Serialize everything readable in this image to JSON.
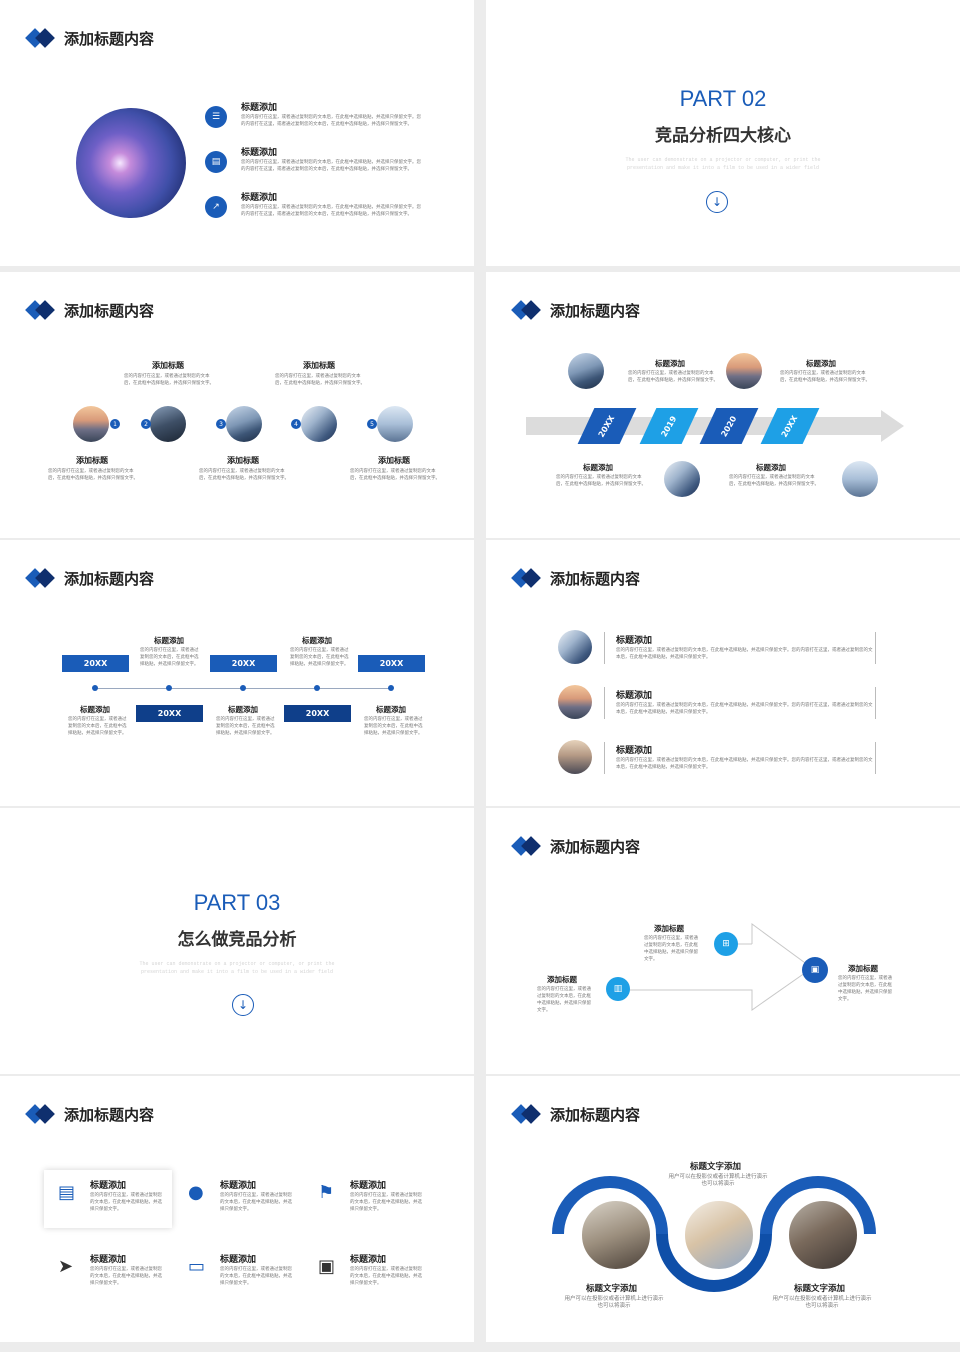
{
  "slide_title": "添加标题内容",
  "slide1": {
    "items": [
      {
        "title": "标题添加",
        "text": "您的内容打在这里，或者通过复制您的文本后，在此框中选择粘贴，并选择只保留文字。您的内容打在这里，或者通过复制您的文本后，在此框中选择粘贴，并选择只保留文字。"
      },
      {
        "title": "标题添加",
        "text": "您的内容打在这里，或者通过复制您的文本后，在此框中选择粘贴，并选择只保留文字。您的内容打在这里，或者通过复制您的文本后，在此框中选择粘贴，并选择只保留文字。"
      },
      {
        "title": "标题添加",
        "text": "您的内容打在这里，或者通过复制您的文本后，在此框中选择粘贴，并选择只保留文字。您的内容打在这里，或者通过复制您的文本后，在此框中选择粘贴，并选择只保留文字。"
      }
    ]
  },
  "part02": {
    "title": "PART 02",
    "subtitle": "竞品分析四大核心",
    "english": "The user can demonstrate on a projector or computer, or print the presentation and make it into a film to be used in a wider field"
  },
  "slide3": {
    "top": [
      {
        "title": "添加标题",
        "text": "您的内容打在这里，或者通过复制您的文本后，在此框中选择粘贴，并选择只保留文字。"
      },
      {
        "title": "添加标题",
        "text": "您的内容打在这里，或者通过复制您的文本后，在此框中选择粘贴，并选择只保留文字。"
      }
    ],
    "bottom": [
      {
        "title": "添加标题",
        "text": "您的内容打在这里，或者通过复制您的文本后，在此框中选择粘贴，并选择只保留文字。"
      },
      {
        "title": "添加标题",
        "text": "您的内容打在这里，或者通过复制您的文本后，在此框中选择粘贴，并选择只保留文字。"
      },
      {
        "title": "添加标题",
        "text": "您的内容打在这里，或者通过复制您的文本后，在此框中选择粘贴，并选择只保留文字。"
      }
    ],
    "numbers": [
      "1",
      "2",
      "3",
      "4",
      "5"
    ]
  },
  "slide4": {
    "years": [
      "20XX",
      "2019",
      "2020",
      "20XX"
    ],
    "top": [
      {
        "title": "标题添加",
        "text": "您的内容打在这里，或者通过复制您的文本后，在此框中选择粘贴，并选择只保留文字。"
      },
      {
        "title": "标题添加",
        "text": "您的内容打在这里，或者通过复制您的文本后，在此框中选择粘贴，并选择只保留文字。"
      }
    ],
    "bottom": [
      {
        "title": "标题添加",
        "text": "您的内容打在这里，或者通过复制您的文本后，在此框中选择粘贴，并选择只保留文字。"
      },
      {
        "title": "标题添加",
        "text": "您的内容打在这里，或者通过复制您的文本后，在此框中选择粘贴，并选择只保留文字。"
      }
    ]
  },
  "slide5": {
    "top_tags": [
      "20XX",
      "20XX",
      "20XX"
    ],
    "bottom_tags": [
      "20XX",
      "20XX"
    ],
    "top": [
      {
        "title": "标题添加",
        "text": "您的内容打在这里，或者通过复制您的文本后，在此框中选择粘贴，并选择只保留文字。"
      },
      {
        "title": "标题添加",
        "text": "您的内容打在这里，或者通过复制您的文本后，在此框中选择粘贴，并选择只保留文字。"
      }
    ],
    "bottom": [
      {
        "title": "标题添加",
        "text": "您的内容打在这里，或者通过复制您的文本后，在此框中选择粘贴，并选择只保留文字。"
      },
      {
        "title": "标题添加",
        "text": "您的内容打在这里，或者通过复制您的文本后，在此框中选择粘贴，并选择只保留文字。"
      },
      {
        "title": "标题添加",
        "text": "您的内容打在这里，或者通过复制您的文本后，在此框中选择粘贴，并选择只保留文字。"
      }
    ]
  },
  "slide6": {
    "items": [
      {
        "title": "标题添加",
        "text": "您的内容打在这里，或者通过复制您的文本后，在此框中选择粘贴，并选择只保留文字。您的内容打在这里，或者通过复制您的文本后，在此框中选择粘贴，并选择只保留文字。"
      },
      {
        "title": "标题添加",
        "text": "您的内容打在这里，或者通过复制您的文本后，在此框中选择粘贴，并选择只保留文字。您的内容打在这里，或者通过复制您的文本后，在此框中选择粘贴，并选择只保留文字。"
      },
      {
        "title": "标题添加",
        "text": "您的内容打在这里，或者通过复制您的文本后，在此框中选择粘贴，并选择只保留文字。您的内容打在这里，或者通过复制您的文本后，在此框中选择粘贴，并选择只保留文字。"
      }
    ]
  },
  "part03": {
    "title": "PART 03",
    "subtitle": "怎么做竞品分析",
    "english": "The user can demonstrate on a projector or computer, or print the presentation and make it into a film to be used in a wider field"
  },
  "slide8": {
    "items": [
      {
        "title": "添加标题",
        "text": "您的内容打在这里，或者通过复制您的文本后，在此框中选择粘贴，并选择只保留文字。"
      },
      {
        "title": "添加标题",
        "text": "您的内容打在这里，或者通过复制您的文本后，在此框中选择粘贴，并选择只保留文字。"
      },
      {
        "title": "添加标题",
        "text": "您的内容打在这里，或者通过复制您的文本后，在此框中选择粘贴，并选择只保留文字。"
      }
    ]
  },
  "slide9": {
    "items": [
      {
        "title": "标题添加",
        "text": "您的内容打在这里，或者通过复制您的文本后，在此框中选择粘贴，并选择只保留文字。"
      },
      {
        "title": "标题添加",
        "text": "您的内容打在这里，或者通过复制您的文本后，在此框中选择粘贴，并选择只保留文字。"
      },
      {
        "title": "标题添加",
        "text": "您的内容打在这里，或者通过复制您的文本后，在此框中选择粘贴，并选择只保留文字。"
      },
      {
        "title": "标题添加",
        "text": "您的内容打在这里，或者通过复制您的文本后，在此框中选择粘贴，并选择只保留文字。"
      },
      {
        "title": "标题添加",
        "text": "您的内容打在这里，或者通过复制您的文本后，在此框中选择粘贴，并选择只保留文字。"
      },
      {
        "title": "标题添加",
        "text": "您的内容打在这里，或者通过复制您的文本后，在此框中选择粘贴，并选择只保留文字。"
      }
    ],
    "icons": [
      "document-icon",
      "person-icon",
      "location-pin-icon",
      "paper-plane-icon",
      "computer-icon",
      "monitor-icon"
    ]
  },
  "slide10": {
    "top": {
      "title": "标题文字添加",
      "text": "用户可以在投影仪或者计算机上进行演示也可以将演示"
    },
    "left": {
      "title": "标题文字添加",
      "text": "用户可以在投影仪或者计算机上进行演示也可以将演示"
    },
    "right": {
      "title": "标题文字添加",
      "text": "用户可以在投影仪或者计算机上进行演示也可以将演示"
    }
  },
  "colors": {
    "accent": "#1a5cb8",
    "accent_light": "#1ea0e6",
    "dark": "#0f2f6e"
  }
}
